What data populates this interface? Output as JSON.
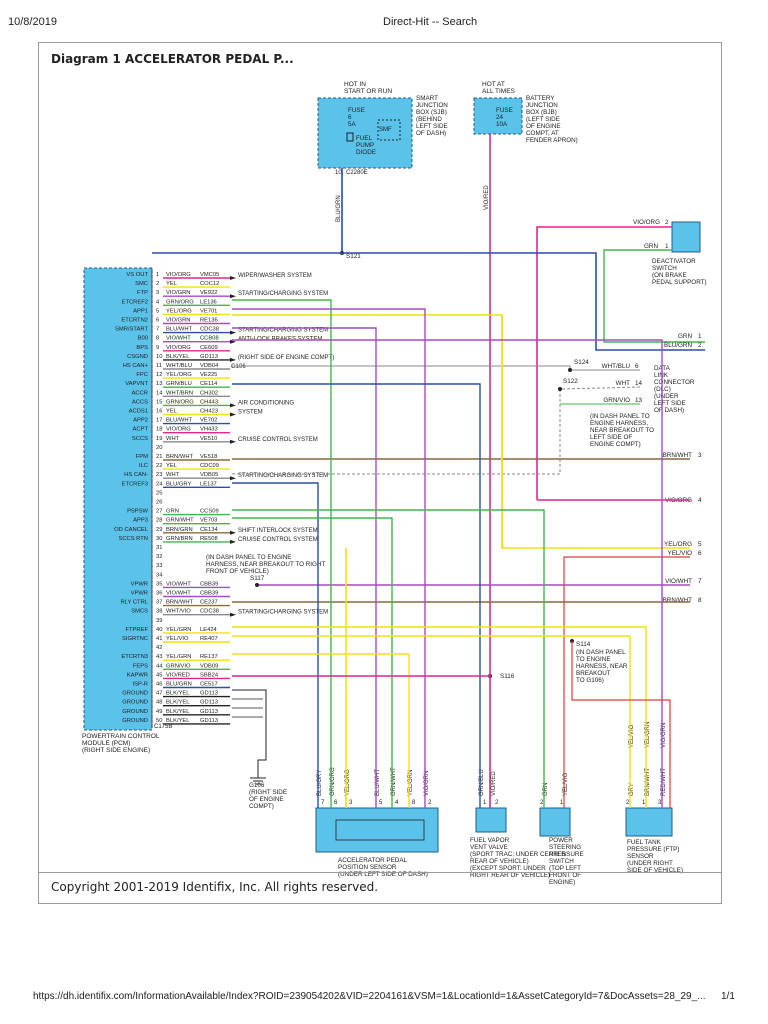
{
  "header": {
    "date": "10/8/2019",
    "page_title": "Direct-Hit -- Search"
  },
  "footer": {
    "url": "https://dh.identifix.com/InformationAvailable/Index?ROID=239054202&VID=2204161&VSM=1&LocationId=1&AssetCategoryId=7&DocAssets=28_29_...",
    "page_num": "1/1"
  },
  "diagram_title": "Diagram 1 ACCELERATOR PEDAL P...",
  "copyright": "Copyright 2001-2019 Identifix, Inc. All rights reserved.",
  "colors": {
    "component_fill": "#5bc2ea",
    "pink": "#e0258f",
    "yellow": "#f2e00f",
    "blue_green": "#2a4fa3",
    "violet": "#a64cc2",
    "green": "#42b649",
    "brown": "#8a6a3a",
    "red": "#e23a3a",
    "gray": "#8a8a8a",
    "black": "#222222"
  },
  "sjb": {
    "hot_label": [
      "HOT IN",
      "START OR RUN"
    ],
    "box_label": [
      "SMART",
      "JUNCTION",
      "BOX (SJB)",
      "(BEHIND",
      "LEFT SIDE",
      "OF DASH)"
    ],
    "fuse_label": [
      "FUSE",
      "6",
      "5A"
    ],
    "smf_label": "SMF",
    "diode_label": [
      "FUEL",
      "PUMP",
      "DIODE"
    ],
    "connector": "10",
    "connector_id": "C2280E",
    "wire": "BLU/GRN",
    "splice": "S121"
  },
  "bjb": {
    "hot_label": [
      "HOT AT",
      "ALL TIMES"
    ],
    "box_label": [
      "BATTERY",
      "JUNCTION",
      "BOX (BJB)",
      "(LEFT SIDE",
      "OF ENGINE",
      "COMPT, AT",
      "FENDER APRON)"
    ],
    "fuse_label": [
      "FUSE",
      "24",
      "10A"
    ],
    "wire": "VIO/RED"
  },
  "deactivator": {
    "label": [
      "DEACTIVATOR",
      "SWITCH",
      "(ON BRAKE",
      "PEDAL SUPPORT)"
    ],
    "pin2": "2",
    "pin1": "1",
    "wire2": "VIO/ORG",
    "wire1": "GRN"
  },
  "dlc": {
    "label": [
      "DATA",
      "LINK",
      "CONNECTOR",
      "(DLC)",
      "(UNDER",
      "LEFT SIDE",
      "OF DASH)"
    ],
    "wires": [
      {
        "pin": "6",
        "wire": "WHT/BLU"
      },
      {
        "pin": "14",
        "wire": "WHT"
      },
      {
        "pin": "13",
        "wire": "GRN/VIO"
      }
    ],
    "s124": "S124",
    "s122": "S122",
    "note": [
      "(IN DASH PANEL TO",
      "ENGINE HARNESS,",
      "NEAR BREAKOUT TO",
      "LEFT SIDE OF",
      "ENGINE COMPT)"
    ]
  },
  "continuations": [
    {
      "wire": "GRN",
      "num": "1"
    },
    {
      "wire": "BLU/GRN",
      "num": "2"
    },
    {
      "wire": "BRN/WHT",
      "num": "3"
    },
    {
      "wire": "VIO/ORG",
      "num": "4"
    },
    {
      "wire": "YEL/ORG",
      "num": "5"
    },
    {
      "wire": "YEL/VIO",
      "num": "6"
    },
    {
      "wire": "VIO/WHT",
      "num": "7"
    },
    {
      "wire": "BRN/WHT",
      "num": "8"
    }
  ],
  "pcm": {
    "label": [
      "POWERTRAIN CONTROL",
      "MODULE (PCM)",
      "(RIGHT SIDE ENGINE)"
    ],
    "connector": "C175B",
    "pins": [
      {
        "sig": "VS OUT",
        "pin": "1",
        "wire": "VIO/ORG",
        "circ": "VMC05",
        "desc": "WIPER/WASHER SYSTEM"
      },
      {
        "sig": "SMC",
        "pin": "2",
        "wire": "YEL",
        "circ": "COC12",
        "desc": ""
      },
      {
        "sig": "FTP",
        "pin": "3",
        "wire": "VIO/GRN",
        "circ": "VE922",
        "desc": "STARTING/CHARGING SYSTEM"
      },
      {
        "sig": "ETCREF2",
        "pin": "4",
        "wire": "GRN/ORG",
        "circ": "LE136",
        "desc": ""
      },
      {
        "sig": "APP1",
        "pin": "5",
        "wire": "YEL/ORG",
        "circ": "VE701",
        "desc": ""
      },
      {
        "sig": "ETCRTN2",
        "pin": "6",
        "wire": "VIO/GRN",
        "circ": "RE136",
        "desc": ""
      },
      {
        "sig": "SMR/START",
        "pin": "7",
        "wire": "BLU/WHT",
        "circ": "CDC38",
        "desc": "STARTING/CHARGING SYSTEM"
      },
      {
        "sig": "B00",
        "pin": "8",
        "wire": "VIO/WHT",
        "circ": "CCB08",
        "desc": "ANTI-LOCK BRAKES SYSTEM"
      },
      {
        "sig": "BPS",
        "pin": "9",
        "wire": "VIO/ORG",
        "circ": "CE609",
        "desc": ""
      },
      {
        "sig": "CSGND",
        "pin": "10",
        "wire": "BLK/YEL",
        "circ": "GD113",
        "desc": "(RIGHT SIDE OF ENGINE COMPT)"
      },
      {
        "sig": "HS CAN+",
        "pin": "11",
        "wire": "WHT/BLU",
        "circ": "VDB04",
        "desc": "G106"
      },
      {
        "sig": "FPC",
        "pin": "12",
        "wire": "YEL/ORG",
        "circ": "VE225",
        "desc": ""
      },
      {
        "sig": "VAPVNT",
        "pin": "13",
        "wire": "GRN/BLU",
        "circ": "CE114",
        "desc": ""
      },
      {
        "sig": "ACCR",
        "pin": "14",
        "wire": "WHT/BRN",
        "circ": "CH302",
        "desc": ""
      },
      {
        "sig": "ACCS",
        "pin": "15",
        "wire": "GRN/ORG",
        "circ": "CH443",
        "desc": "AIR CONDITIONING"
      },
      {
        "sig": "ACDS1",
        "pin": "16",
        "wire": "YEL",
        "circ": "CH423",
        "desc": "SYSTEM"
      },
      {
        "sig": "APP2",
        "pin": "17",
        "wire": "BLU/WHT",
        "circ": "VE702",
        "desc": ""
      },
      {
        "sig": "ACPT",
        "pin": "18",
        "wire": "VIO/ORG",
        "circ": "VH433",
        "desc": ""
      },
      {
        "sig": "SCCS",
        "pin": "19",
        "wire": "WHT",
        "circ": "VE510",
        "desc": "CRUISE CONTROL SYSTEM"
      },
      {
        "sig": "",
        "pin": "20",
        "wire": "",
        "circ": "",
        "desc": ""
      },
      {
        "sig": "FPM",
        "pin": "21",
        "wire": "BRN/WHT",
        "circ": "VE518",
        "desc": ""
      },
      {
        "sig": "ILC",
        "pin": "22",
        "wire": "YEL",
        "circ": "CDC09",
        "desc": ""
      },
      {
        "sig": "HS CAN-",
        "pin": "23",
        "wire": "WHT",
        "circ": "VDB05",
        "desc": "STARTING/CHARGING SYSTEM"
      },
      {
        "sig": "ETCREF3",
        "pin": "24",
        "wire": "BLU/GRY",
        "circ": "LE137",
        "desc": ""
      },
      {
        "sig": "",
        "pin": "25",
        "wire": "",
        "circ": "",
        "desc": ""
      },
      {
        "sig": "",
        "pin": "26",
        "wire": "",
        "circ": "",
        "desc": ""
      },
      {
        "sig": "PSPSW",
        "pin": "27",
        "wire": "GRN",
        "circ": "CCS09",
        "desc": ""
      },
      {
        "sig": "APP3",
        "pin": "28",
        "wire": "GRN/WHT",
        "circ": "VE703",
        "desc": ""
      },
      {
        "sig": "OD CANCEL",
        "pin": "29",
        "wire": "BRN/GRN",
        "circ": "CE134",
        "desc": "SHIFT INTERLOCK SYSTEM"
      },
      {
        "sig": "SCCS RTN",
        "pin": "30",
        "wire": "GRN/BRN",
        "circ": "RE508",
        "desc": "CRUISE CONTROL SYSTEM"
      },
      {
        "sig": "",
        "pin": "31",
        "wire": "",
        "circ": "",
        "desc": ""
      },
      {
        "sig": "",
        "pin": "32",
        "wire": "",
        "circ": "",
        "desc": ""
      },
      {
        "sig": "",
        "pin": "33",
        "wire": "",
        "circ": "",
        "desc": ""
      },
      {
        "sig": "",
        "pin": "34",
        "wire": "",
        "circ": "",
        "desc": ""
      },
      {
        "sig": "VPWR",
        "pin": "35",
        "wire": "VIO/WHT",
        "circ": "CBB39",
        "desc": ""
      },
      {
        "sig": "VPWR",
        "pin": "36",
        "wire": "VIO/WHT",
        "circ": "CBB39",
        "desc": ""
      },
      {
        "sig": "RLY CTRL",
        "pin": "37",
        "wire": "BRN/WHT",
        "circ": "CE237",
        "desc": ""
      },
      {
        "sig": "SMCS",
        "pin": "38",
        "wire": "WHT/VIO",
        "circ": "CDC38",
        "desc": "STARTING/CHARGING SYSTEM"
      },
      {
        "sig": "",
        "pin": "39",
        "wire": "",
        "circ": "",
        "desc": ""
      },
      {
        "sig": "FTPREF",
        "pin": "40",
        "wire": "YEL/GRN",
        "circ": "LE424",
        "desc": ""
      },
      {
        "sig": "SIGRTNC",
        "pin": "41",
        "wire": "YEL/VIO",
        "circ": "RE407",
        "desc": ""
      },
      {
        "sig": "",
        "pin": "42",
        "wire": "",
        "circ": "",
        "desc": ""
      },
      {
        "sig": "ETCRTN3",
        "pin": "43",
        "wire": "YEL/GRN",
        "circ": "RE137",
        "desc": ""
      },
      {
        "sig": "FEPS",
        "pin": "44",
        "wire": "GRN/VIO",
        "circ": "VDB09",
        "desc": ""
      },
      {
        "sig": "KAPWR",
        "pin": "45",
        "wire": "VIO/RED",
        "circ": "SBB24",
        "desc": ""
      },
      {
        "sig": "ISP-R",
        "pin": "46",
        "wire": "BLU/GRN",
        "circ": "CE517",
        "desc": ""
      },
      {
        "sig": "GROUND",
        "pin": "47",
        "wire": "BLK/YEL",
        "circ": "GD113",
        "desc": ""
      },
      {
        "sig": "GROUND",
        "pin": "48",
        "wire": "BLK/YEL",
        "circ": "GD113",
        "desc": ""
      },
      {
        "sig": "GROUND",
        "pin": "49",
        "wire": "BLK/YEL",
        "circ": "GD113",
        "desc": ""
      },
      {
        "sig": "GROUND",
        "pin": "50",
        "wire": "BLK/YEL",
        "circ": "GD113",
        "desc": ""
      }
    ]
  },
  "notes": {
    "s117_note": [
      "(IN DASH PANEL TO ENGINE",
      "HARNESS, NEAR BREAKOUT TO RIGHT",
      "FRONT OF VEHICLE)"
    ],
    "s117": "S117",
    "s116": "S116",
    "s114": "S114",
    "s114_note": [
      "(IN DASH PANEL",
      "TO ENGINE",
      "HARNESS, NEAR",
      "BREAKOUT",
      "TO G106)"
    ],
    "g106_label": [
      "G106",
      "(RIGHT SIDE",
      "OF ENGINE",
      "COMPT)"
    ]
  },
  "app_sensor": {
    "label": [
      "ACCELERATOR PEDAL",
      "POSITION SENSOR",
      "(UNDER LEFT SIDE OF DASH)"
    ],
    "pins": [
      {
        "pin": "7",
        "wire": "BLU/GRY"
      },
      {
        "pin": "6",
        "wire": "GRN/ORG"
      },
      {
        "pin": "3",
        "wire": "YEL/ORG"
      },
      {
        "pin": "5",
        "wire": "BLU/WHT"
      },
      {
        "pin": "4",
        "wire": "GRN/WHT"
      },
      {
        "pin": "8",
        "wire": "YEL/GRN"
      },
      {
        "pin": "2",
        "wire": "VIO/GRN"
      }
    ]
  },
  "vent_valve": {
    "label": [
      "FUEL VAPOR",
      "VENT VALVE",
      "(SPORT TRAC: UNDER CENTER",
      "REAR OF VEHICLE)",
      "(EXCEPT SPORT: UNDER",
      "RIGHT REAR OF VEHICLE)"
    ],
    "pins": [
      {
        "pin": "1",
        "wire": "GRN/BLU"
      },
      {
        "pin": "2",
        "wire": "VIO/RED"
      }
    ]
  },
  "ps_switch": {
    "label": [
      "POWER",
      "STEERING",
      "PRESSURE",
      "SWITCH",
      "(TOP LEFT",
      "FRONT OF",
      "ENGINE)"
    ],
    "pins": [
      {
        "pin": "2",
        "wire": "GRN"
      },
      {
        "pin": "1",
        "wire": "YEL/VIO"
      }
    ]
  },
  "ftp_sensor": {
    "label": [
      "FUEL TANK",
      "PRESSURE (FTP)",
      "SENSOR",
      "(UNDER RIGHT",
      "SIDE OF VEHICLE)"
    ],
    "pins": [
      {
        "pin": "2",
        "wire": "GRY"
      },
      {
        "pin": "1",
        "wire": "BRN/WHT"
      },
      {
        "pin": "3",
        "wire": "RED/WHT"
      }
    ],
    "drop_wires": [
      "YEL/VIO",
      "YEL/GRN",
      "VIO/GRN"
    ]
  }
}
